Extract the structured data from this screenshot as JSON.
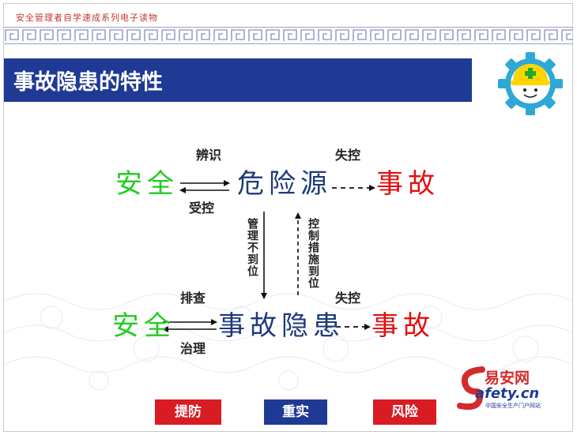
{
  "header": {
    "subtitle": "安全管理者自学速成系列电子读物"
  },
  "slide": {
    "title": "事故隐患的特性"
  },
  "diagram": {
    "top_row": {
      "left": "安全",
      "middle": "危险源",
      "right": "事故"
    },
    "top_labels": {
      "identify": "辨识",
      "controlled": "受控",
      "lose_control": "失控"
    },
    "bottom_row": {
      "left": "安全",
      "middle": "事故隐患",
      "right": "事故"
    },
    "bottom_labels": {
      "investigate": "排查",
      "govern": "治理",
      "lose_control": "失控"
    },
    "vertical_labels": {
      "management_failure": "管理不到位",
      "measures_in_place": "控制措施到位"
    }
  },
  "brand": {
    "name_cn": "易安网",
    "name_en": "afety.cn",
    "tagline": "中国安全生产门户网站"
  },
  "buttons": {
    "prevent": "提防",
    "emphasize": "重实",
    "risk": "风险"
  },
  "colors": {
    "title_bar": "#1f3a94",
    "safe": "#22cc22",
    "hazard": "#1f3a7a",
    "accident": "#e01010",
    "button_red": "#d91b24",
    "button_blue": "#1f3a94"
  }
}
